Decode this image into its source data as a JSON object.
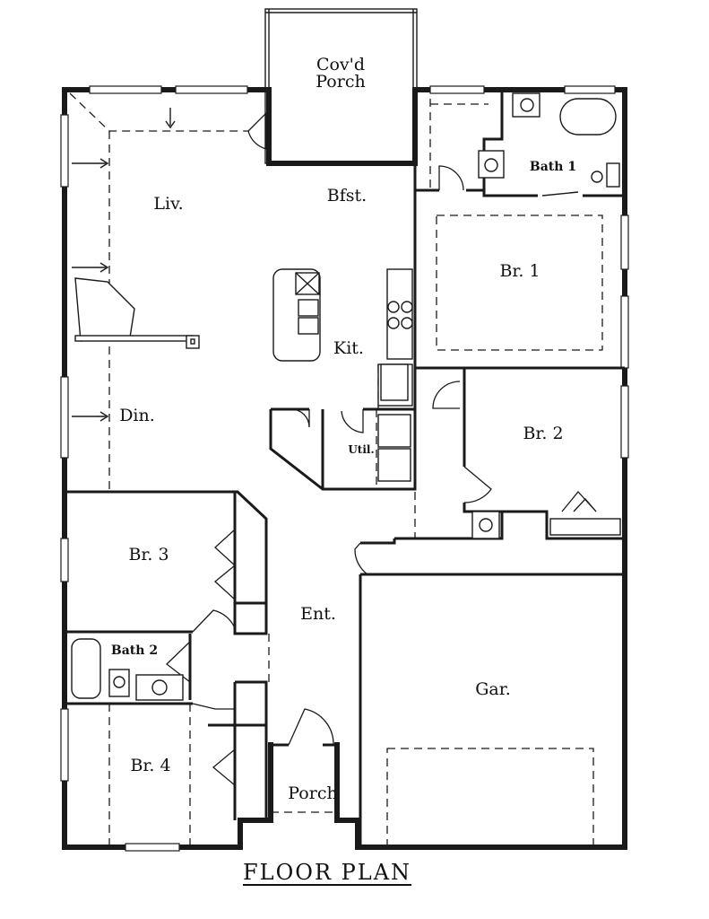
{
  "title": "FLOOR PLAN",
  "rooms": {
    "covd_porch_line1": "Cov'd",
    "covd_porch_line2": "Porch",
    "living": "Liv.",
    "breakfast": "Bfst.",
    "bath1": "Bath 1",
    "bedroom1": "Br. 1",
    "kitchen": "Kit.",
    "dining": "Din.",
    "utility": "Util.",
    "bedroom2": "Br. 2",
    "bedroom3": "Br. 3",
    "entry": "Ent.",
    "bath2": "Bath 2",
    "garage": "Gar.",
    "bedroom4": "Br. 4",
    "porch": "Porch"
  },
  "colors": {
    "ink": "#1a1a1a",
    "paper": "#ffffff"
  }
}
